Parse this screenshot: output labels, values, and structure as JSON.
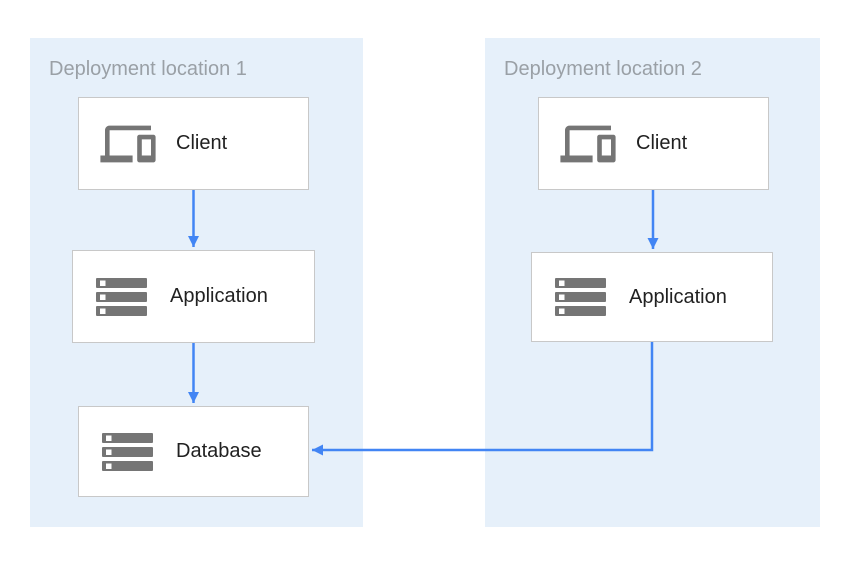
{
  "theme": {
    "panel_bg": "#e6f0fa",
    "node_bg": "#ffffff",
    "node_border": "#c8c8c8",
    "icon_color": "#757575",
    "node_label_color": "#212121",
    "panel_label_color": "#9aa0a6",
    "arrow_color": "#4285f4",
    "page_bg": "#ffffff"
  },
  "panels": [
    {
      "label": "Deployment location 1",
      "nodes": [
        {
          "id": "client-1",
          "label": "Client",
          "icon": "devices-icon"
        },
        {
          "id": "application-1",
          "label": "Application",
          "icon": "server-stack-icon"
        },
        {
          "id": "database-1",
          "label": "Database",
          "icon": "server-stack-icon"
        }
      ]
    },
    {
      "label": "Deployment location 2",
      "nodes": [
        {
          "id": "client-2",
          "label": "Client",
          "icon": "devices-icon"
        },
        {
          "id": "application-2",
          "label": "Application",
          "icon": "server-stack-icon"
        }
      ]
    }
  ],
  "connections": [
    {
      "from": "client-1",
      "to": "application-1"
    },
    {
      "from": "application-1",
      "to": "database-1"
    },
    {
      "from": "client-2",
      "to": "application-2"
    },
    {
      "from": "application-2",
      "to": "database-1"
    }
  ]
}
